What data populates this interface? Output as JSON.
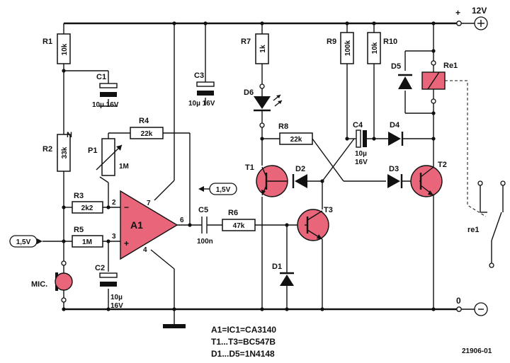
{
  "supply": {
    "positive": "+",
    "voltage": "12V",
    "ground": "0"
  },
  "components": {
    "R1": {
      "ref": "R1",
      "value": "10k"
    },
    "R2": {
      "ref": "R2",
      "value": "33k"
    },
    "R3": {
      "ref": "R3",
      "value": "2k2"
    },
    "R4": {
      "ref": "R4",
      "value": "22k"
    },
    "R5": {
      "ref": "R5",
      "value": "1M"
    },
    "R6": {
      "ref": "R6",
      "value": "47k"
    },
    "R7": {
      "ref": "R7",
      "value": "1k"
    },
    "R8": {
      "ref": "R8",
      "value": "22k"
    },
    "R9": {
      "ref": "R9",
      "value": "100k"
    },
    "R10": {
      "ref": "R10",
      "value": "10k"
    },
    "P1": {
      "ref": "P1",
      "value": "1M"
    },
    "C1": {
      "ref": "C1",
      "value": "10µ 16V"
    },
    "C2": {
      "ref": "C2",
      "value": "10µ",
      "voltage": "16V"
    },
    "C3": {
      "ref": "C3",
      "value": "10µ 16V"
    },
    "C4": {
      "ref": "C4",
      "value": "10µ",
      "voltage": "16V"
    },
    "C5": {
      "ref": "C5",
      "value": "100n"
    },
    "D1": {
      "ref": "D1"
    },
    "D2": {
      "ref": "D2"
    },
    "D3": {
      "ref": "D3"
    },
    "D4": {
      "ref": "D4"
    },
    "D5": {
      "ref": "D5"
    },
    "D6": {
      "ref": "D6"
    },
    "T1": {
      "ref": "T1"
    },
    "T2": {
      "ref": "T2"
    },
    "T3": {
      "ref": "T3"
    },
    "A1": {
      "ref": "A1"
    },
    "Re1": {
      "ref": "Re1"
    },
    "re1": {
      "ref": "re1"
    },
    "MIC": {
      "ref": "MIC."
    }
  },
  "opamp_pins": {
    "minus": "−",
    "plus": "+",
    "pin2": "2",
    "pin3": "3",
    "pin4": "4",
    "pin6": "6",
    "pin7": "7"
  },
  "node_labels": {
    "n_mark": "N",
    "bias_in": "1,5V",
    "bias_out": "1,5V"
  },
  "notes": [
    "A1=IC1=CA3140",
    "T1...T3=BC547B",
    "D1...D5=1N4148"
  ],
  "figure_number": "21906-01"
}
